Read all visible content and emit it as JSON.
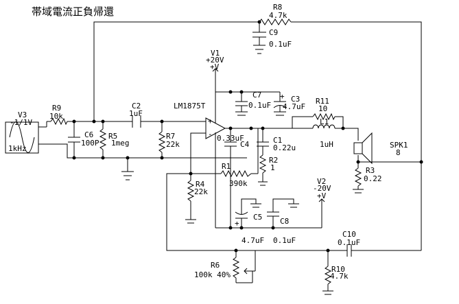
{
  "title": "帯域電流正負帰還",
  "components": {
    "r8": {
      "ref": "R8",
      "value": "4.7k"
    },
    "c9": {
      "ref": "C9",
      "value": "0.1uF"
    },
    "v1": {
      "ref": "V1",
      "value": "+20V",
      "sign": "+V"
    },
    "v3": {
      "ref": "V3",
      "value": "-1/1V",
      "freq": "1kHz"
    },
    "r9": {
      "ref": "R9",
      "value": "10k"
    },
    "c6": {
      "ref": "C6",
      "value": "100P"
    },
    "r5": {
      "ref": "R5",
      "value": "1meg"
    },
    "c2": {
      "ref": "C2",
      "value": "1uF"
    },
    "r7": {
      "ref": "R7",
      "value": "22k"
    },
    "u1": {
      "ref": "LM1875T"
    },
    "c7": {
      "ref": "C7",
      "value": "0.1uF"
    },
    "c3": {
      "ref": "C3",
      "value": "4.7uF"
    },
    "c4": {
      "ref": "C4",
      "value": "0.33uF"
    },
    "r1": {
      "ref": "R1",
      "value": "390k"
    },
    "r4": {
      "ref": "R4",
      "value": "22k"
    },
    "c1": {
      "ref": "C1",
      "value": "0.22u"
    },
    "r2": {
      "ref": "R2",
      "value": "1"
    },
    "r11": {
      "ref": "R11",
      "value": "10"
    },
    "l1": {
      "ref": "L1",
      "value": "1uH"
    },
    "spk1": {
      "ref": "SPK1",
      "value": "8"
    },
    "r3": {
      "ref": "R3",
      "value": "0.22"
    },
    "v2": {
      "ref": "V2",
      "value": "-20V",
      "sign": "+V"
    },
    "c5": {
      "ref": "C5",
      "value": "4.7uF"
    },
    "c8": {
      "ref": "C8",
      "value": "0.1uF"
    },
    "c10": {
      "ref": "C10",
      "value": "0.1uF"
    },
    "r6": {
      "ref": "R6",
      "value": "100k 40%"
    },
    "r10": {
      "ref": "R10",
      "value": "4.7k"
    }
  }
}
